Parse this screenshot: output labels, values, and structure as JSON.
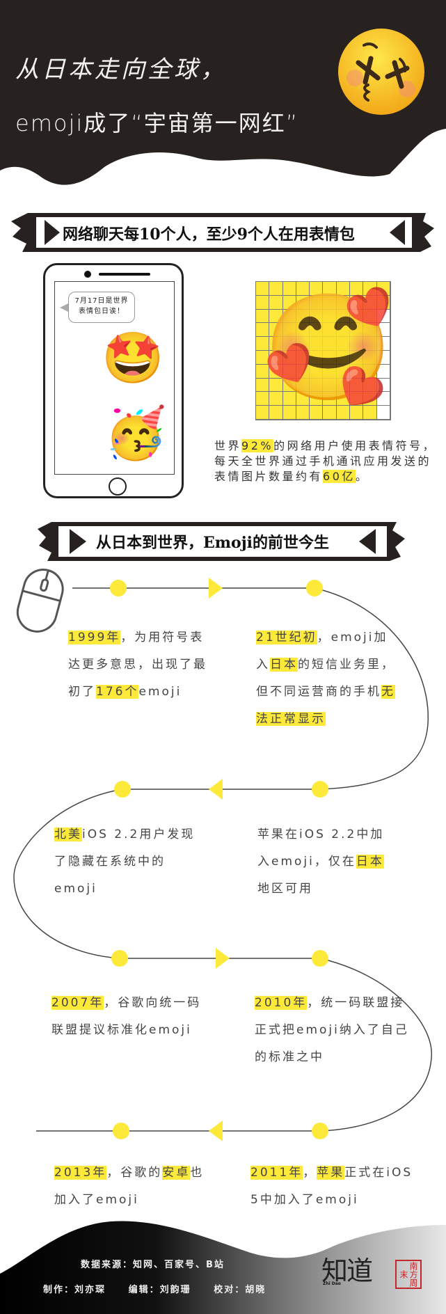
{
  "header": {
    "title_line1": "从日本走向全球，",
    "title_line2": "emoji成了“宇宙第一网红”",
    "emoji_icon": "dizzy-kissing-face-emoji"
  },
  "section1": {
    "banner": "网络聊天每10个人，至少9个人在用表情包",
    "phone": {
      "bubble_line1": "7月17日是世界",
      "bubble_line2": "表情包日诶！",
      "emoji1": "🤩",
      "emoji2": "🥳"
    },
    "grid": {
      "emoji": "🥰",
      "yellow_cells": 92,
      "total_cells": 100
    },
    "stat": {
      "p1": "世界",
      "h1": "92%",
      "p2": "的网络用户使用表情符号，每天全世界通过手机通讯应用发送的表情图片数量约有",
      "h2": "60亿",
      "p3": "。"
    }
  },
  "section2": {
    "banner": "从日本到世界，Emoji的前世今生",
    "timeline": [
      {
        "h": "1999年",
        "a": "，为用符号表达更多意思，出现了最初了",
        "h2": "176个",
        "b": "emoji",
        "c": ""
      },
      {
        "h": "21世纪初",
        "a": "，emoji加入",
        "h2": "日本",
        "b": "的短信业务里，但不同运营商的手机",
        "h3": "无法正常显示"
      },
      {
        "a": "苹果在iOS 2.2中加入emoji，仅在",
        "h": "日本",
        "b": "地区可用"
      },
      {
        "h": "北美",
        "a": "iOS 2.2用户发现了隐藏在系统中的emoji"
      },
      {
        "h": "2007年",
        "a": "，谷歌向统一码联盟提议标准化emoji"
      },
      {
        "h": "2010年",
        "a": "，统一码联盟接正式把emoji纳入了自己的标准之中"
      },
      {
        "h": "2011年",
        "a": "，",
        "h2": "苹果",
        "b": "正式在iOS 5中加入了emoji"
      },
      {
        "h": "2013年",
        "a": "，谷歌的",
        "h2": "安卓",
        "b": "也加入了emoji"
      }
    ]
  },
  "footer": {
    "source": "数据来源：知网、百家号、B站",
    "credits": "制作：刘亦琛     编辑：刘韵珊     校对：胡晓",
    "logo1_main": "知道",
    "logo1_sub": "Zhi Dao",
    "logo2": "南方周末"
  },
  "colors": {
    "accent_yellow": "#fde93a",
    "ink": "#27221f",
    "seal_red": "#c0282d"
  }
}
